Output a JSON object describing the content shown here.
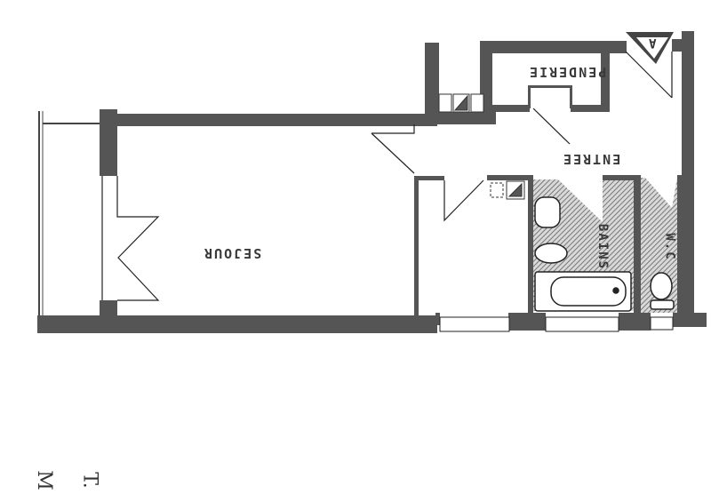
{
  "plan": {
    "wall_color": "#555555",
    "hatch_color": "#8a8a8a",
    "rooms": [
      {
        "id": "sejour",
        "label": "SEJOUR"
      },
      {
        "id": "entree",
        "label": "ENTREE"
      },
      {
        "id": "penderie",
        "label": "PENDERIE"
      },
      {
        "id": "bains",
        "label": "BAINS"
      },
      {
        "id": "wc",
        "label": "W.C"
      }
    ],
    "entry_marker": "A",
    "handwriting": [
      "M",
      "T."
    ]
  }
}
